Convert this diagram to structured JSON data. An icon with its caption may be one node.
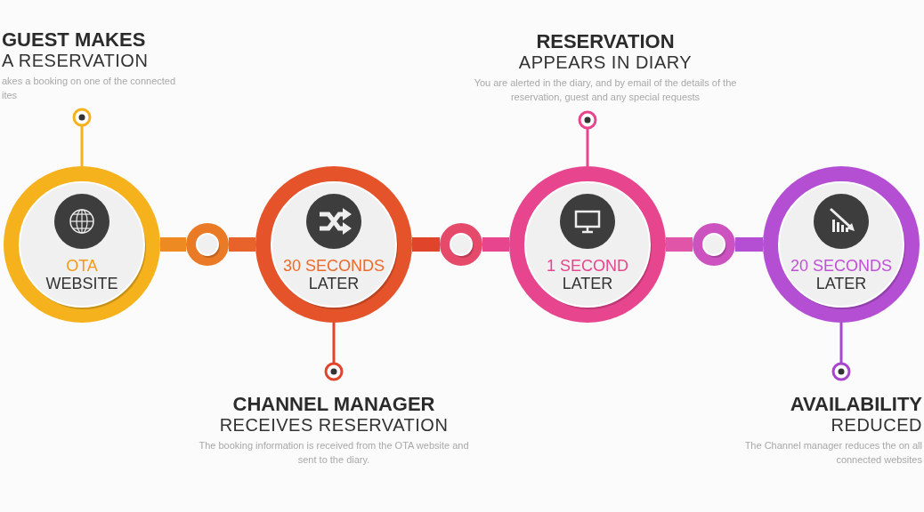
{
  "diagram": {
    "nodes": [
      {
        "text": [
          "GUEST MAKES",
          "A RESERVATION",
          "akes a booking on one of the connected ites"
        ]
      },
      {
        "text": [
          "RESERVATION",
          "APPEARS IN DIARY",
          "You are alerted in the diary, and by email of the details of the reservation, guest and any special requests"
        ]
      },
      {
        "text": [
          "OTA",
          "WEBSITE"
        ]
      },
      {
        "text": [],
        "shape": "circle"
      },
      {
        "text": [
          "30 SECONDS",
          "LATER"
        ]
      },
      {
        "text": [],
        "shape": "circle"
      },
      {
        "text": [
          "1 SECOND",
          "LATER"
        ]
      },
      {
        "text": [],
        "shape": "circle"
      },
      {
        "text": [
          "20 SECONDS",
          "LATER"
        ]
      },
      {
        "text": [
          "CHANNEL MANAGER",
          "RECEIVES RESERVATION",
          "The booking information is received from the OTA website and sent to the diary."
        ]
      },
      {
        "text": [
          "AVAILABILITY",
          "REDUCED",
          "The Channel manager reduces the on all connected websites"
        ]
      }
    ],
    "edges": [
      {
        "from": 0,
        "to": 2,
        "arrow": "other",
        "color": "#f5b21c"
      },
      {
        "from": 1,
        "to": 6,
        "arrow": "other",
        "color": "#e8458f"
      },
      {
        "from": 9,
        "to": 4,
        "arrow": "other",
        "color": "#e0452c"
      },
      {
        "from": 10,
        "to": 8,
        "arrow": "other",
        "color": "#a845cf"
      },
      {
        "from": 2,
        "to": 3,
        "arrow": "none",
        "color": "#ee8a22"
      },
      {
        "from": 3,
        "to": 4,
        "arrow": "none",
        "color": "#e8622c"
      },
      {
        "from": 4,
        "to": 5,
        "arrow": "none",
        "color": "#e0452c"
      },
      {
        "from": 5,
        "to": 6,
        "arrow": "none",
        "color": "#e8458f"
      },
      {
        "from": 6,
        "to": 7,
        "arrow": "none",
        "color": "#e055a8"
      },
      {
        "from": 7,
        "to": 8,
        "arrow": "none",
        "color": "#b44fd4"
      }
    ]
  }
}
